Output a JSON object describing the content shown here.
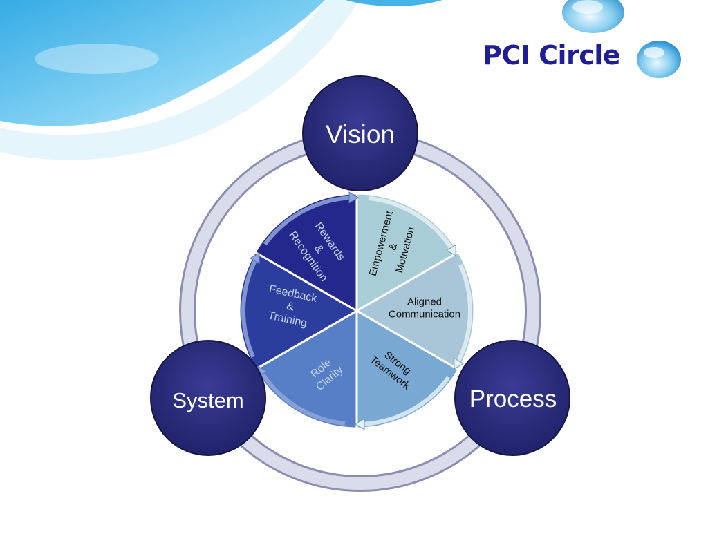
{
  "slide": {
    "title": "PCI Circle"
  },
  "diagram": {
    "outer_nodes": [
      {
        "id": "vision",
        "label": "Vision"
      },
      {
        "id": "process",
        "label": "Process"
      },
      {
        "id": "system",
        "label": "System"
      }
    ],
    "segments": [
      {
        "id": "empowerment",
        "lines": [
          "Empowerment",
          "&",
          "Motivation"
        ]
      },
      {
        "id": "aligned",
        "lines": [
          "Aligned",
          "Communication"
        ]
      },
      {
        "id": "teamwork",
        "lines": [
          "Strong",
          "Teamwork"
        ]
      },
      {
        "id": "role",
        "lines": [
          "Role",
          "Clarity"
        ]
      },
      {
        "id": "feedback",
        "lines": [
          "Feedback",
          "&",
          "Training"
        ]
      },
      {
        "id": "rewards",
        "lines": [
          "Rewards",
          "&",
          "Recognition"
        ]
      }
    ]
  },
  "colors": {
    "title": "#1f1e96",
    "node_fill": "#2b2d80",
    "ring": "#b9bdd6"
  }
}
